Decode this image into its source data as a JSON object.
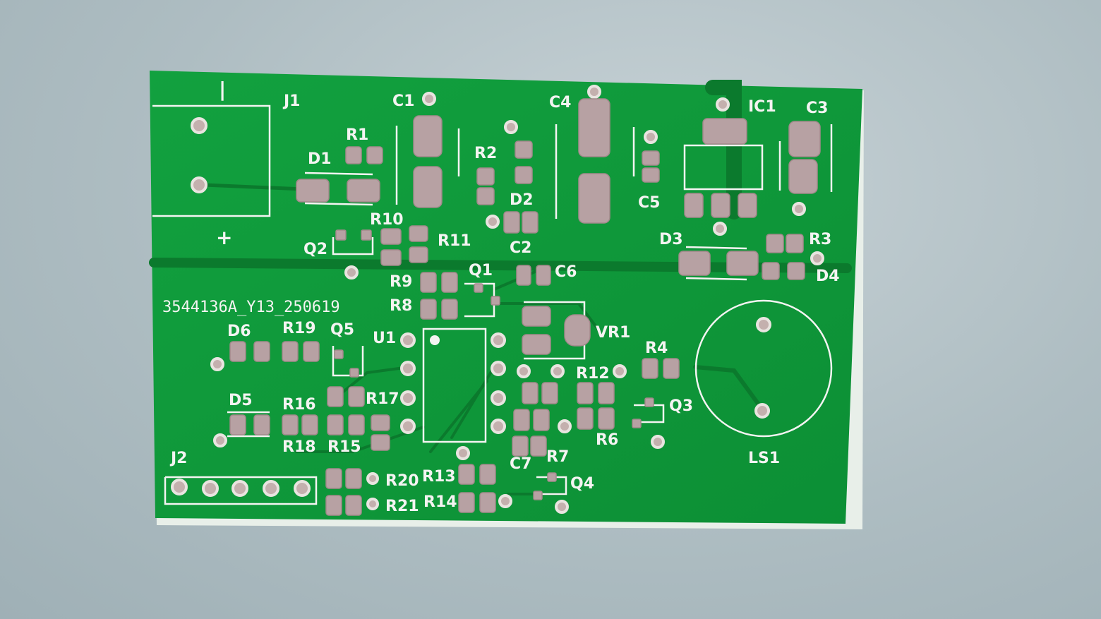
{
  "photo": {
    "surface_color": "#aebdc2",
    "board_color": "#0f9a3a",
    "trace_color": "#0b7d2e",
    "pad_color": "#b7a1a3",
    "silkscreen_color": "#f4f4f2"
  },
  "board": {
    "serial": "3544136A_Y13_250619",
    "polarity_minus": "|",
    "polarity_plus": "+"
  },
  "designators": [
    "J1",
    "C1",
    "C4",
    "IC1",
    "C3",
    "R1",
    "R2",
    "D1",
    "D2",
    "C5",
    "R10",
    "R11",
    "Q2",
    "C2",
    "D3",
    "R3",
    "D4",
    "Q1",
    "C6",
    "R9",
    "R8",
    "VR1",
    "D6",
    "R19",
    "Q5",
    "U1",
    "R4",
    "R12",
    "Q3",
    "D5",
    "R16",
    "R17",
    "R6",
    "R18",
    "R15",
    "LS1",
    "C7",
    "R7",
    "J2",
    "R13",
    "R20",
    "Q4",
    "R14",
    "R21"
  ]
}
